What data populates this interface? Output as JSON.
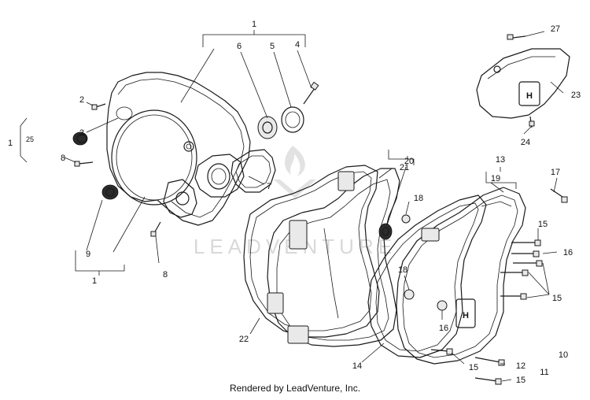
{
  "diagram": {
    "callouts": {
      "c1_top": "1",
      "c1_left": "1",
      "c1_bottom": "1",
      "c25": "25",
      "c2": "2",
      "c3": "3",
      "c4": "4",
      "c5": "5",
      "c6": "6",
      "c7": "7",
      "c8_upper": "8",
      "c8_lower": "8",
      "c9": "9",
      "c10": "10",
      "c11": "11",
      "c12": "12",
      "c13": "13",
      "c14": "14",
      "c15_a": "15",
      "c15_b": "15",
      "c15_c": "15",
      "c15_d": "15",
      "c16_a": "16",
      "c16_b": "16",
      "c17": "17",
      "c18_a": "18",
      "c18_b": "18",
      "c19": "19",
      "c20": "20",
      "c21": "21",
      "c22": "22",
      "c23": "23",
      "c24": "24",
      "c27": "27"
    },
    "watermark": "LEADVENTURE",
    "credit": "Rendered by LeadVenture, Inc."
  }
}
